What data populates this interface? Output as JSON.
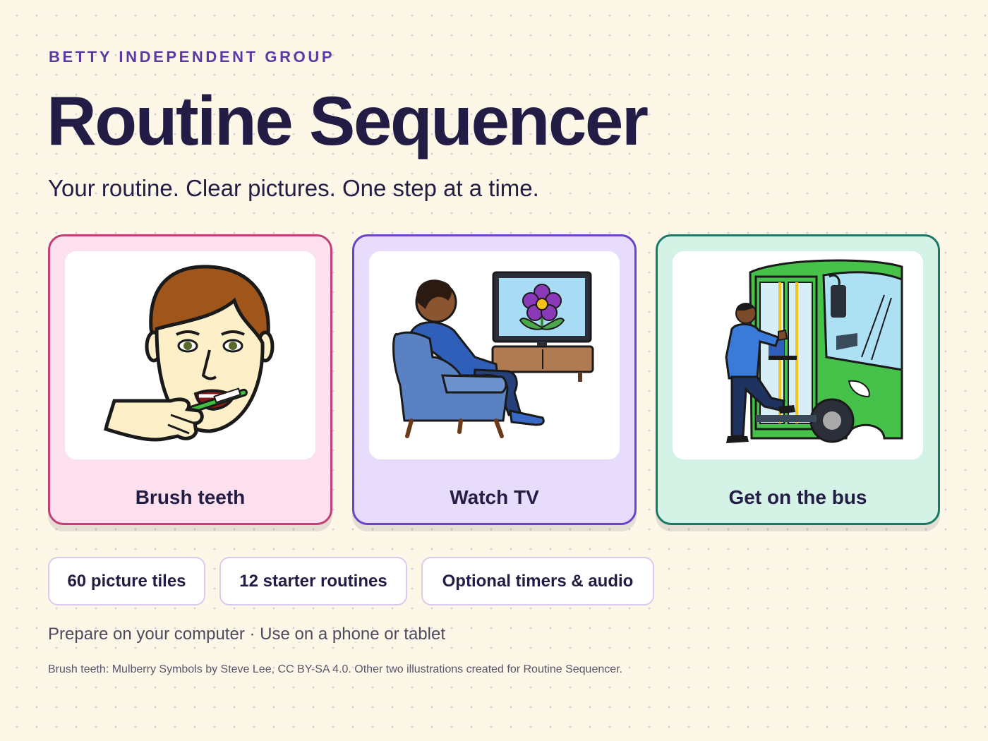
{
  "header": {
    "eyebrow": "BETTY INDEPENDENT GROUP",
    "title": "Routine Sequencer",
    "subtitle": "Your routine. Clear pictures. One step at a time."
  },
  "cards": [
    {
      "label": "Brush teeth",
      "icon": "person-brushing-teeth-icon",
      "accent": "#c23f78",
      "background": "#fde0ed"
    },
    {
      "label": "Watch TV",
      "icon": "person-watching-tv-icon",
      "accent": "#6a44c8",
      "background": "#e8dcfc"
    },
    {
      "label": "Get on the bus",
      "icon": "person-boarding-bus-icon",
      "accent": "#1b7a66",
      "background": "#d4f3e6"
    }
  ],
  "features": [
    {
      "label": "60 picture tiles"
    },
    {
      "label": "12 starter routines"
    },
    {
      "label": "Optional timers & audio"
    }
  ],
  "tagline": "Prepare on your computer · Use on a phone or tablet",
  "credit": "Brush teeth: Mulberry Symbols by Steve Lee, CC BY-SA 4.0. Other two illustrations created for Routine Sequencer.",
  "colors": {
    "background": "#fdf7e8",
    "text": "#231d45",
    "eyebrow": "#5b3aa6",
    "chip_border": "#ddc9ee"
  }
}
